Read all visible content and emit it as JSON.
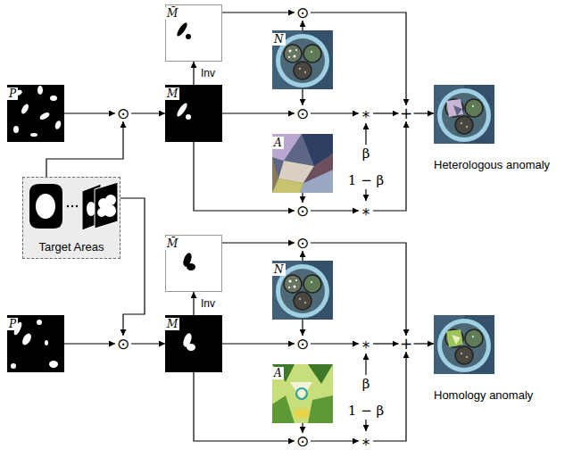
{
  "diagram": {
    "nodes": [
      {
        "text": [
          "P"
        ]
      },
      {
        "text": [
          "⊙"
        ]
      },
      {
        "text": [
          "M"
        ]
      },
      {
        "text": [
          "M̄"
        ]
      },
      {
        "text": [
          "N"
        ]
      },
      {
        "text": [
          "A"
        ]
      },
      {
        "text": [
          "⊙"
        ]
      },
      {
        "text": [
          "⊙"
        ]
      },
      {
        "text": [
          "⊙"
        ]
      },
      {
        "text": [
          "*"
        ]
      },
      {
        "text": [
          "*"
        ]
      },
      {
        "text": [
          "+"
        ]
      },
      {
        "text": [
          "Heterologous anomaly"
        ]
      },
      {
        "text": [
          "Target Areas"
        ]
      },
      {
        "text": [
          "P"
        ]
      },
      {
        "text": [
          "⊙"
        ]
      },
      {
        "text": [
          "M"
        ]
      },
      {
        "text": [
          "M̄"
        ]
      },
      {
        "text": [
          "N"
        ]
      },
      {
        "text": [
          "A"
        ]
      },
      {
        "text": [
          "⊙"
        ]
      },
      {
        "text": [
          "⊙"
        ]
      },
      {
        "text": [
          "⊙"
        ]
      },
      {
        "text": [
          "*"
        ]
      },
      {
        "text": [
          "*"
        ]
      },
      {
        "text": [
          "+"
        ]
      },
      {
        "text": [
          "Homology anomaly"
        ]
      }
    ],
    "edges": [
      {
        "from": 0,
        "to": 1,
        "arrow": "to"
      },
      {
        "from": 13,
        "to": 1,
        "arrow": "to"
      },
      {
        "from": 1,
        "to": 2,
        "arrow": "to"
      },
      {
        "from": 2,
        "to": 3,
        "label": "Inv",
        "arrow": "to"
      },
      {
        "from": 3,
        "to": 6,
        "arrow": "to"
      },
      {
        "from": 4,
        "to": 6,
        "arrow": "to"
      },
      {
        "from": 4,
        "to": 7,
        "arrow": "to"
      },
      {
        "from": 2,
        "to": 7,
        "arrow": "to"
      },
      {
        "from": 2,
        "to": 8,
        "arrow": "to"
      },
      {
        "from": 5,
        "to": 8,
        "arrow": "to"
      },
      {
        "from": 7,
        "to": 9,
        "arrow": "to"
      },
      {
        "from": 8,
        "to": 10,
        "arrow": "to"
      },
      {
        "from": 6,
        "to": 11,
        "arrow": "to"
      },
      {
        "from": 9,
        "to": 11,
        "arrow": "to"
      },
      {
        "from": 10,
        "to": 11,
        "arrow": "to"
      },
      {
        "from": 11,
        "to": 12,
        "arrow": "to"
      },
      {
        "from": 14,
        "to": 15,
        "arrow": "to"
      },
      {
        "from": 13,
        "to": 15,
        "arrow": "to"
      },
      {
        "from": 15,
        "to": 16,
        "arrow": "to"
      },
      {
        "from": 16,
        "to": 17,
        "label": "Inv",
        "arrow": "to"
      },
      {
        "from": 17,
        "to": 20,
        "arrow": "to"
      },
      {
        "from": 18,
        "to": 20,
        "arrow": "to"
      },
      {
        "from": 18,
        "to": 21,
        "arrow": "to"
      },
      {
        "from": 16,
        "to": 21,
        "arrow": "to"
      },
      {
        "from": 16,
        "to": 22,
        "arrow": "to"
      },
      {
        "from": 19,
        "to": 22,
        "arrow": "to"
      },
      {
        "from": 21,
        "to": 23,
        "arrow": "to"
      },
      {
        "from": 22,
        "to": 24,
        "arrow": "to"
      },
      {
        "from": 20,
        "to": 25,
        "arrow": "to"
      },
      {
        "from": 23,
        "to": 25,
        "arrow": "to"
      },
      {
        "from": 24,
        "to": 25,
        "arrow": "to"
      },
      {
        "from": 25,
        "to": 26,
        "arrow": "to"
      }
    ],
    "labels": [
      "β",
      "1 − β",
      "β",
      "1 − β"
    ]
  }
}
